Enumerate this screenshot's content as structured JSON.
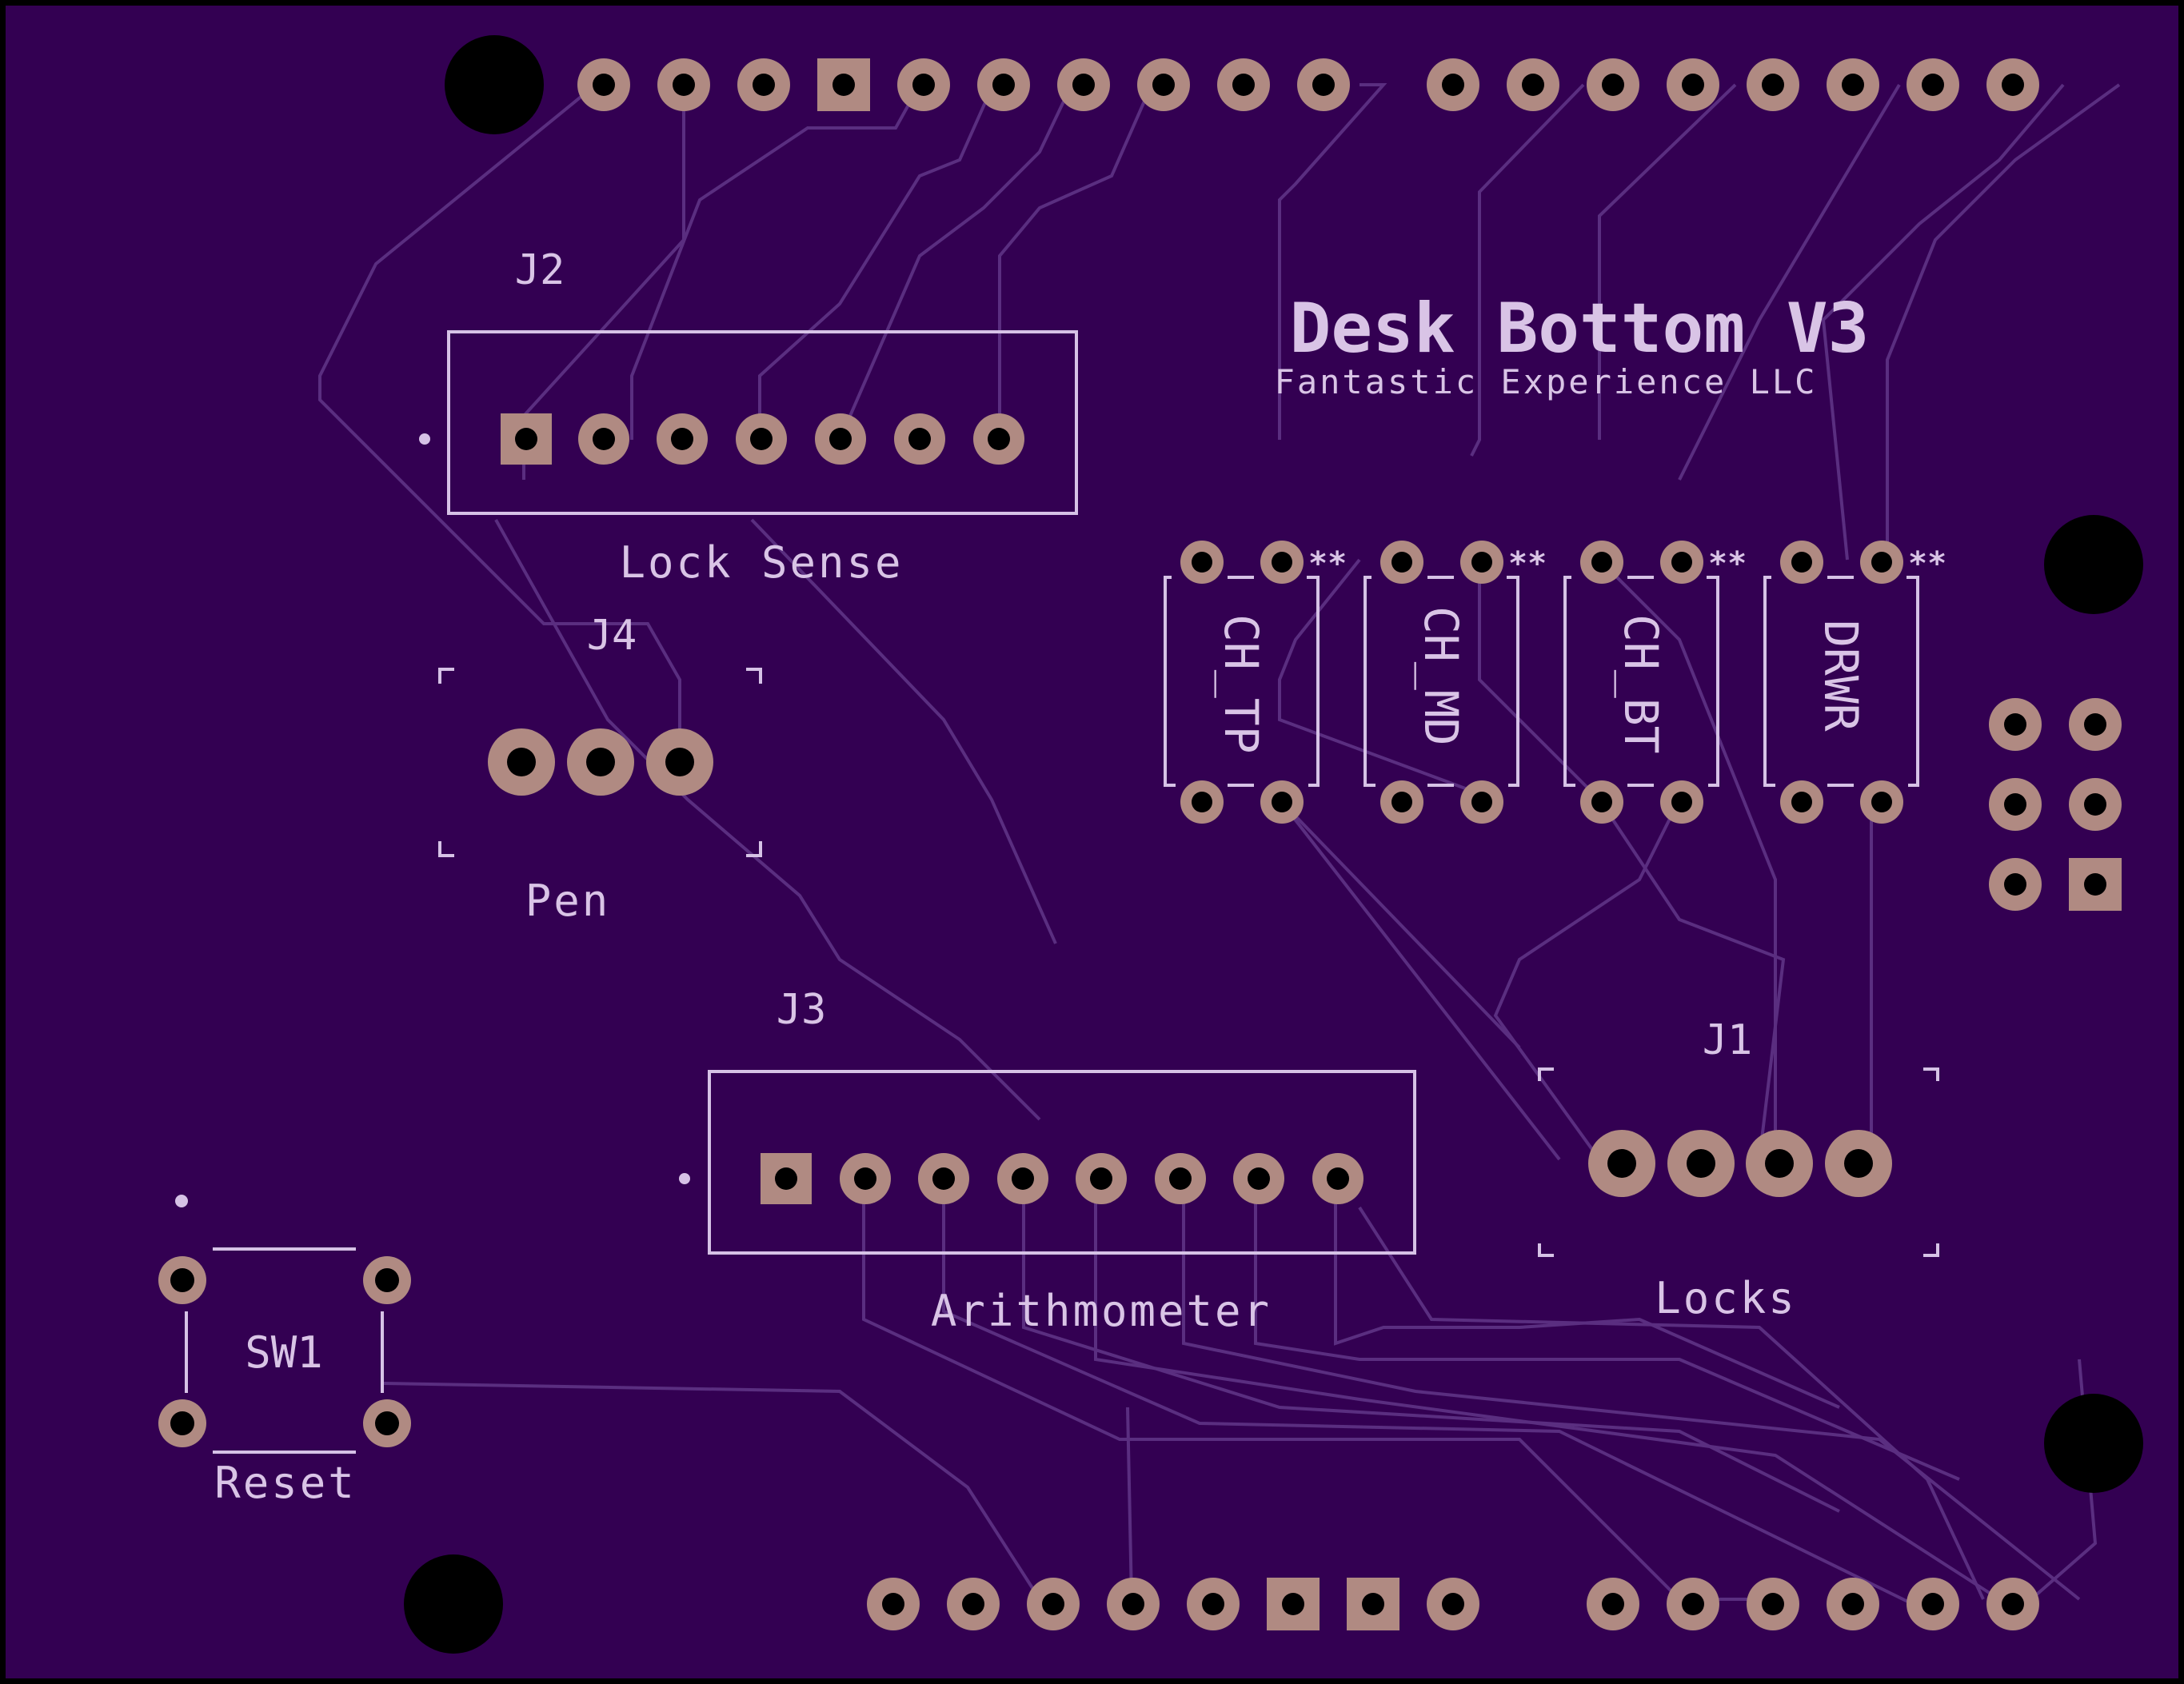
{
  "board": {
    "title": "Desk Bottom V3",
    "company": "Fantastic Experience LLC"
  },
  "colors": {
    "board": "#330052",
    "silk": "#d6c2e6",
    "pad": "#b08a82",
    "hole": "#000000",
    "trace": "#5a2e80"
  },
  "connectors": {
    "j2": {
      "ref": "J2",
      "value": "Lock Sense"
    },
    "j4": {
      "ref": "J4",
      "value": "Pen"
    },
    "j3": {
      "ref": "J3",
      "value": "Arithmometer"
    },
    "j1": {
      "ref": "J1",
      "value": "Locks"
    },
    "sw1": {
      "ref": "SW1",
      "value": "Reset"
    }
  },
  "relays": [
    {
      "label": "CH_TP",
      "mark": "**"
    },
    {
      "label": "CH_MD",
      "mark": "**"
    },
    {
      "label": "CH_BT",
      "mark": "**"
    },
    {
      "label": "DRWR",
      "mark": "**"
    }
  ]
}
